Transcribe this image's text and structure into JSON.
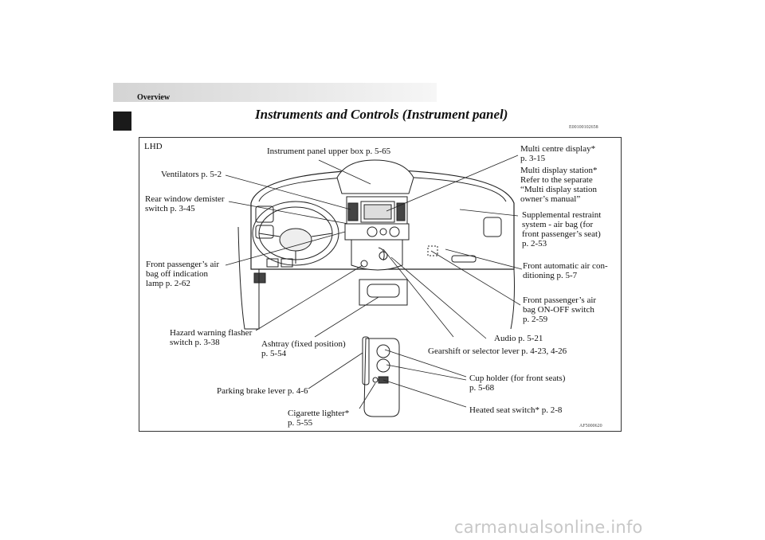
{
  "header": {
    "section": "Overview"
  },
  "page": {
    "title": "Instruments and Controls (Instrument panel)",
    "ref_code": "E00100102658"
  },
  "figure": {
    "variant": "LHD",
    "image_code": "AF5000620",
    "labels": {
      "upper_box": "Instrument panel upper box p. 5-65",
      "multi_centre_display": "Multi centre display*\np. 3-15",
      "multi_display_station": "Multi display station*\nRefer to the separate\n“Multi display station\nowner’s manual”",
      "ventilators": "Ventilators p. 5-2",
      "rear_window_demister": "Rear window demister\nswitch p. 3-45",
      "srs_airbag": "Supplemental restraint\nsystem - air bag (for\nfront passenger’s seat)\np. 2-53",
      "passenger_airbag_off_lamp": "Front passenger’s air\nbag off indication\nlamp p. 2-62",
      "front_air_conditioning": "Front automatic air con-\nditioning p. 5-7",
      "passenger_airbag_switch": "Front passenger’s air\nbag ON-OFF switch\np. 2-59",
      "hazard_switch": "Hazard warning flasher\nswitch p. 3-38",
      "ashtray": "Ashtray (fixed position)\np. 5-54",
      "audio": "Audio p. 5-21",
      "gearshift": "Gearshift or selector lever p. 4-23, 4-26",
      "cup_holder": "Cup holder (for front seats)\np. 5-68",
      "parking_brake": "Parking brake lever p. 4-6",
      "heated_seat": "Heated seat switch* p. 2-8",
      "cigarette_lighter": "Cigarette lighter*\np. 5-55"
    }
  },
  "watermark": "carmanualsonline.info"
}
